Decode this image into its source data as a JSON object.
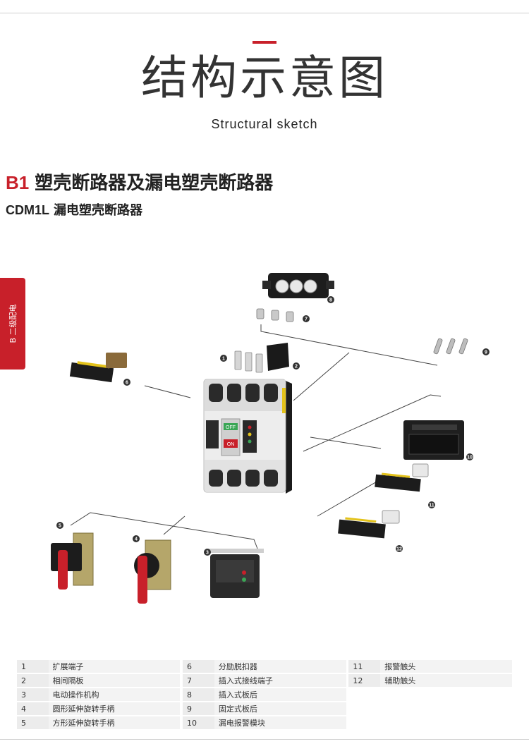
{
  "header": {
    "title_cn": "结构示意图",
    "title_en": "Structural sketch"
  },
  "section": {
    "code": "B1",
    "title": "塑壳断路器及漏电塑壳断路器",
    "model": "CDM1L",
    "subtitle": "漏电塑壳断路器"
  },
  "side_tab": {
    "label": "B 二级配电"
  },
  "device": {
    "label_off": "OFF",
    "label_on": "ON"
  },
  "callouts": [
    "1",
    "2",
    "3",
    "4",
    "5",
    "6",
    "7",
    "8",
    "9",
    "10",
    "11",
    "12"
  ],
  "legend": {
    "rows": [
      [
        {
          "n": "1",
          "t": "扩展端子"
        },
        {
          "n": "6",
          "t": "分励脱扣器"
        },
        {
          "n": "11",
          "t": "报警触头"
        }
      ],
      [
        {
          "n": "2",
          "t": "相间隔板"
        },
        {
          "n": "7",
          "t": "插入式接线端子"
        },
        {
          "n": "12",
          "t": "辅助触头"
        }
      ],
      [
        {
          "n": "3",
          "t": "电动操作机构"
        },
        {
          "n": "8",
          "t": "插入式板后"
        },
        {
          "n": "",
          "t": ""
        }
      ],
      [
        {
          "n": "4",
          "t": "圆形延伸旋转手柄"
        },
        {
          "n": "9",
          "t": "固定式板后"
        },
        {
          "n": "",
          "t": ""
        }
      ],
      [
        {
          "n": "5",
          "t": "方形延伸旋转手柄"
        },
        {
          "n": "10",
          "t": "漏电报警模块"
        },
        {
          "n": "",
          "t": ""
        }
      ]
    ]
  },
  "colors": {
    "accent": "#c8202a",
    "text": "#222222",
    "rule": "#cfcfcf"
  }
}
